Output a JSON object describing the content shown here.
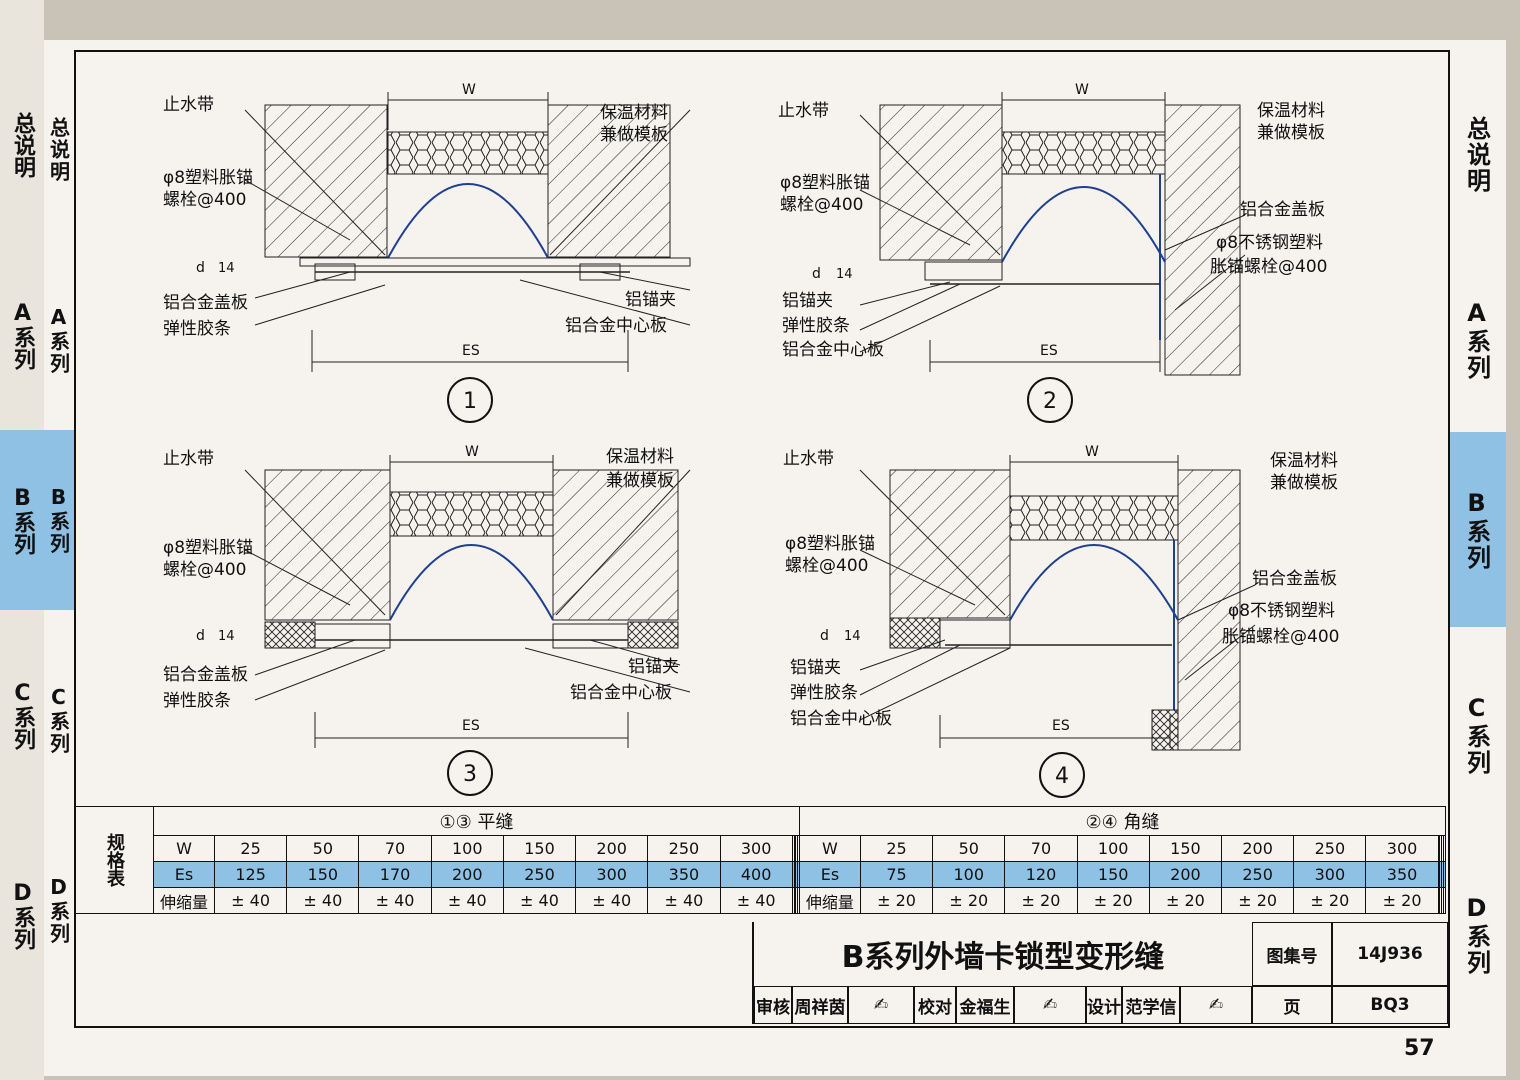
{
  "tabs": {
    "intro": "总说明",
    "a": "A系列",
    "b": "B系列",
    "c": "C系列",
    "d": "D系列"
  },
  "labels": {
    "waterstop": "止水带",
    "insulation1": "保温材料",
    "insulation2": "兼做模板",
    "anchor_bolt1": "φ8塑料胀锚",
    "anchor_bolt2": "螺栓@400",
    "cover_plate": "铝合金盖板",
    "rubber_strip": "弹性胶条",
    "anchor_clip": "铝锚夹",
    "center_plate": "铝合金中心板",
    "ss_bolt1": "φ8不锈钢塑料",
    "ss_bolt2": "胀锚螺栓@400",
    "w": "W",
    "es": "ES",
    "d": "d",
    "fourteen": "14"
  },
  "details": [
    "1",
    "2",
    "3",
    "4"
  ],
  "spec": {
    "label": "规格表",
    "flat_header": "①③ 平缝",
    "corner_header": "②④ 角缝",
    "row_w": "W",
    "row_es": "Es",
    "row_exp": "伸缩量",
    "flat": {
      "w": [
        "25",
        "50",
        "70",
        "100",
        "150",
        "200",
        "250",
        "300"
      ],
      "es": [
        "125",
        "150",
        "170",
        "200",
        "250",
        "300",
        "350",
        "400"
      ],
      "exp": [
        "± 40",
        "± 40",
        "± 40",
        "± 40",
        "± 40",
        "± 40",
        "± 40",
        "± 40"
      ]
    },
    "corner": {
      "w": [
        "25",
        "50",
        "70",
        "100",
        "150",
        "200",
        "250",
        "300"
      ],
      "es": [
        "75",
        "100",
        "120",
        "150",
        "200",
        "250",
        "300",
        "350"
      ],
      "exp": [
        "± 20",
        "± 20",
        "± 20",
        "± 20",
        "± 20",
        "± 20",
        "± 20",
        "± 20"
      ]
    }
  },
  "titleblock": {
    "title": "B系列外墙卡锁型变形缝",
    "atlas_label": "图集号",
    "atlas_no": "14J936",
    "review": "审核",
    "reviewer": "周祥茵",
    "check": "校对",
    "checker": "金福生",
    "design": "设计",
    "designer": "范学信",
    "page_label": "页",
    "page_code": "BQ3"
  },
  "page_number": "57",
  "colors": {
    "highlight": "#8ec1e4",
    "paper": "#f6f3ef",
    "ink": "#111111"
  }
}
